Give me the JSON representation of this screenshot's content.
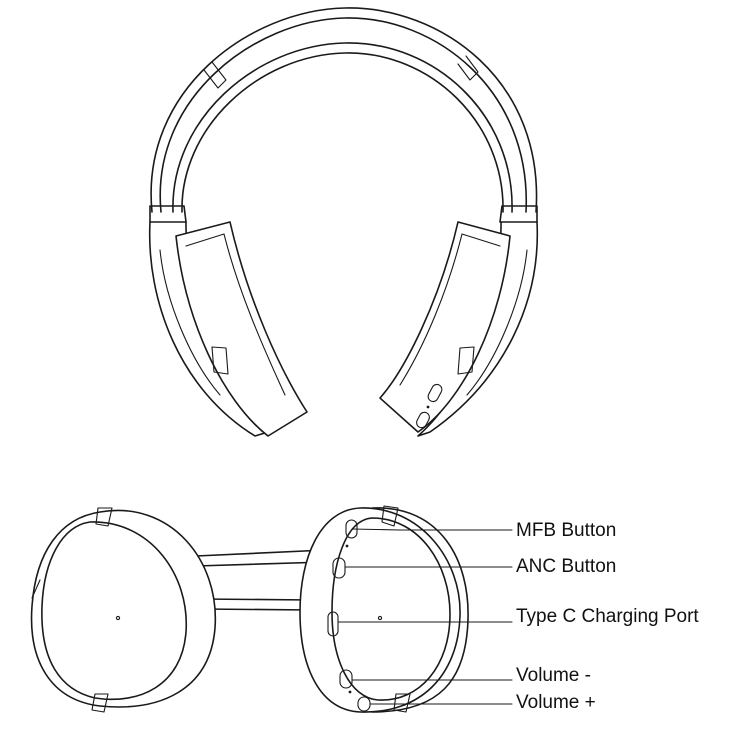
{
  "labels": {
    "mfb": "MFB Button",
    "anc": "ANC Button",
    "type_c": "Type C Charging Port",
    "volume_minus": "Volume -",
    "volume_plus": "Volume +"
  }
}
